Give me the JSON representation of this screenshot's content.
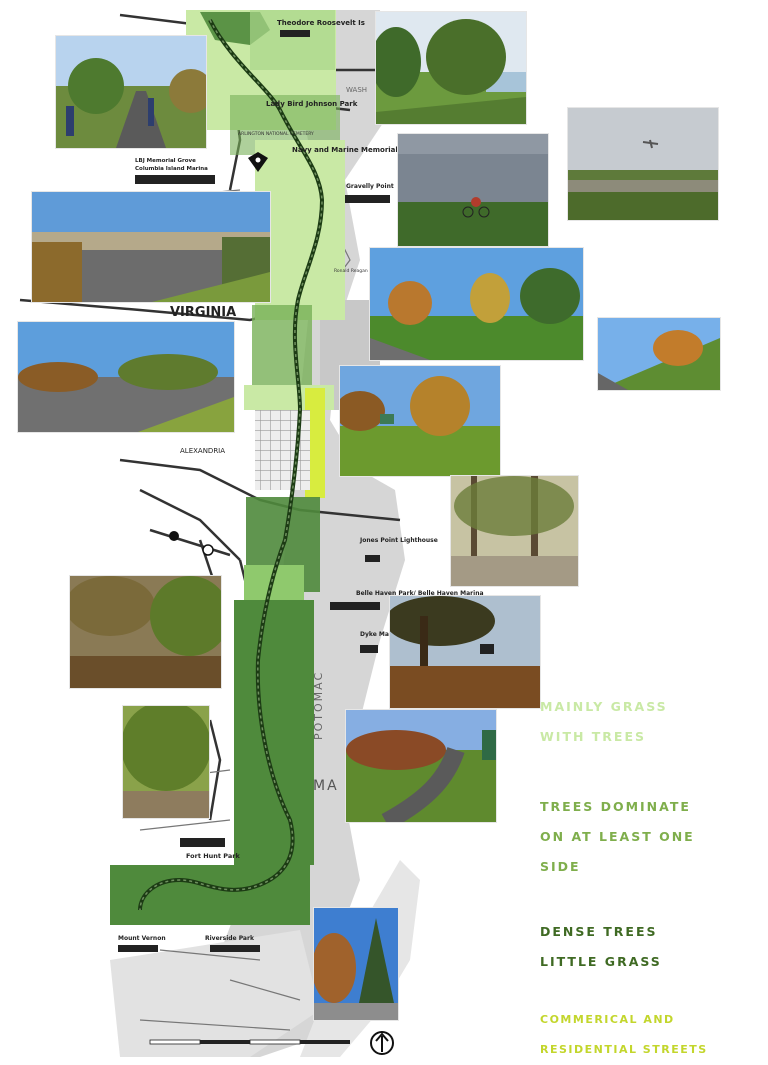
{
  "map": {
    "labels": {
      "virginia": "VIRGINIA",
      "alexandria": "ALEXANDRIA",
      "potomac": "POTOMAC",
      "theodore_roosevelt": "Theodore Roosevelt Is",
      "lady_bird_johnson": "Lady Bird Johnson Park",
      "navy_marine": "Navy and Marine Memorial",
      "gravelly_point": "Gravelly Point",
      "lbj_grove": "LBJ Memorial Grove",
      "columbia_island": "Columbia Island Marina",
      "jones_point": "Jones Point Lighthouse",
      "belle_haven": "Belle Haven Park/ Belle Haven Marina",
      "dyke_marsh": "Dyke Marsh Preserve",
      "fort_hunt": "Fort Hunt Park",
      "riverside_park": "Riverside Park",
      "mount_vernon": "Mount Vernon",
      "ma": "MA",
      "wash": "WASH",
      "arlington_cemetery": "ARLINGTON NATIONAL CEMETERY",
      "reagan_airport": "Ronald Reagan Washington National Airport",
      "north": "North"
    },
    "colors": {
      "grass_with_trees": "#c9e9a5",
      "trees_one_side": "#8fc96d",
      "dense_trees": "#4f8a3c",
      "streets": "#d8ec3f"
    }
  },
  "legend": [
    {
      "lines": [
        "MAINLY GRASS",
        "WITH TREES"
      ],
      "color": "#c9e9a5"
    },
    {
      "lines": [
        "TREES DOMINATE",
        "ON AT LEAST ONE",
        "SIDE"
      ],
      "color": "#7fae4c"
    },
    {
      "lines": [
        "DENSE TREES",
        "LITTLE GRASS"
      ],
      "color": "#3f6a23"
    },
    {
      "lines": [
        "COMMERICAL AND",
        "RESIDENTIAL STREETS"
      ],
      "color": "#c3d62c"
    }
  ],
  "photos": [
    {
      "name": "photo-joggers-path",
      "scene": "path"
    },
    {
      "name": "photo-willow-river",
      "scene": "river"
    },
    {
      "name": "photo-cyclist-river",
      "scene": "river"
    },
    {
      "name": "photo-plane-field",
      "scene": "field"
    },
    {
      "name": "photo-overpass-road",
      "scene": "road"
    },
    {
      "name": "photo-autumn-field",
      "scene": "field"
    },
    {
      "name": "photo-hillside-road",
      "scene": "road"
    },
    {
      "name": "photo-parkway-road",
      "scene": "road"
    },
    {
      "name": "photo-park-sign",
      "scene": "field"
    },
    {
      "name": "photo-woodland-path",
      "scene": "forest"
    },
    {
      "name": "photo-forest-path",
      "scene": "forest"
    },
    {
      "name": "photo-parking-area",
      "scene": "forest"
    },
    {
      "name": "photo-dense-trail",
      "scene": "forest"
    },
    {
      "name": "photo-trail-bend",
      "scene": "path"
    },
    {
      "name": "photo-street-trees",
      "scene": "street"
    }
  ]
}
